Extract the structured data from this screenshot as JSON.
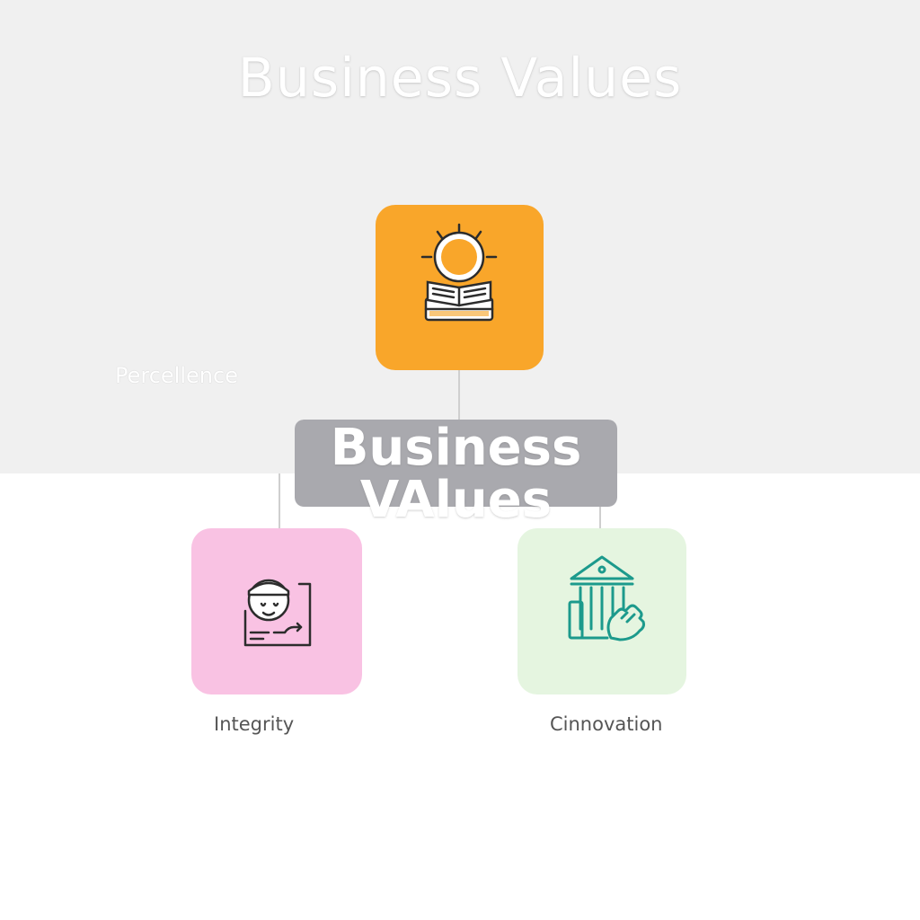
{
  "title": "Business Values",
  "center": {
    "line1": "Business",
    "line2": "VAlues"
  },
  "nodes": [
    {
      "label": "Percellence",
      "color": "#f9a62a",
      "icon": "lightbulb-book-icon"
    },
    {
      "label": "Integrity",
      "color": "#f9c2e3",
      "icon": "person-handshake-icon"
    },
    {
      "label": "Cinnovation",
      "color": "#e5f5e0",
      "icon": "bank-hand-icon"
    }
  ],
  "colors": {
    "top_band": "#f0f0f0",
    "center_box": "#a9a9ae",
    "connector": "#cfcfcf",
    "icon_teal": "#1c9a8c",
    "icon_dark": "#2c2c2c"
  }
}
